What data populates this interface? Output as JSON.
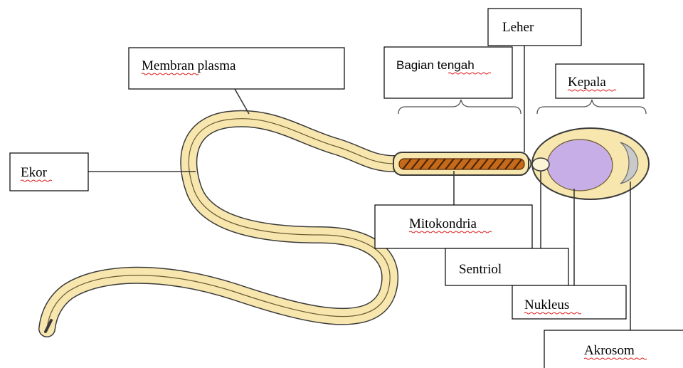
{
  "labels": {
    "leher": "Leher",
    "membran_plasma": "Membran plasma",
    "bagian_tengah": "Bagian tengah",
    "kepala": "Kepala",
    "ekor": "Ekor",
    "mitokondria": "Mitokondria",
    "sentriol": "Sentriol",
    "nukleus": "Nukleus",
    "akrosom": "Akrosom"
  },
  "colors": {
    "cell_body": "#f7e6ae",
    "cell_outline": "#3b3b3b",
    "nucleus": "#c8aee6",
    "acrosome": "#c9c9c9",
    "mitochondria": "#c46a1a",
    "spellcheck_underline": "#e02020"
  }
}
